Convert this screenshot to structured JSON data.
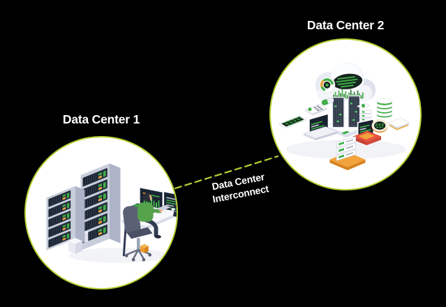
{
  "colors": {
    "bg": "#000000",
    "node-fill": "#ffffff",
    "node-border": "#b5d334",
    "link-dash": "#b5d334",
    "label-text": "#ffffff",
    "accent-green": "#3fae47",
    "accent-orange": "#f2a33c",
    "accent-red": "#e8523f",
    "screen-dark": "#16251f"
  },
  "diagram": {
    "nodes": [
      {
        "id": "data-center-1",
        "label": "Data Center 1",
        "illustration": "server-racks-with-operator-desk"
      },
      {
        "id": "data-center-2",
        "label": "Data Center 2",
        "illustration": "cloud-compute-devices"
      }
    ],
    "link": {
      "style": "dashed",
      "label": [
        "Data Center",
        "Interconnect"
      ]
    }
  }
}
